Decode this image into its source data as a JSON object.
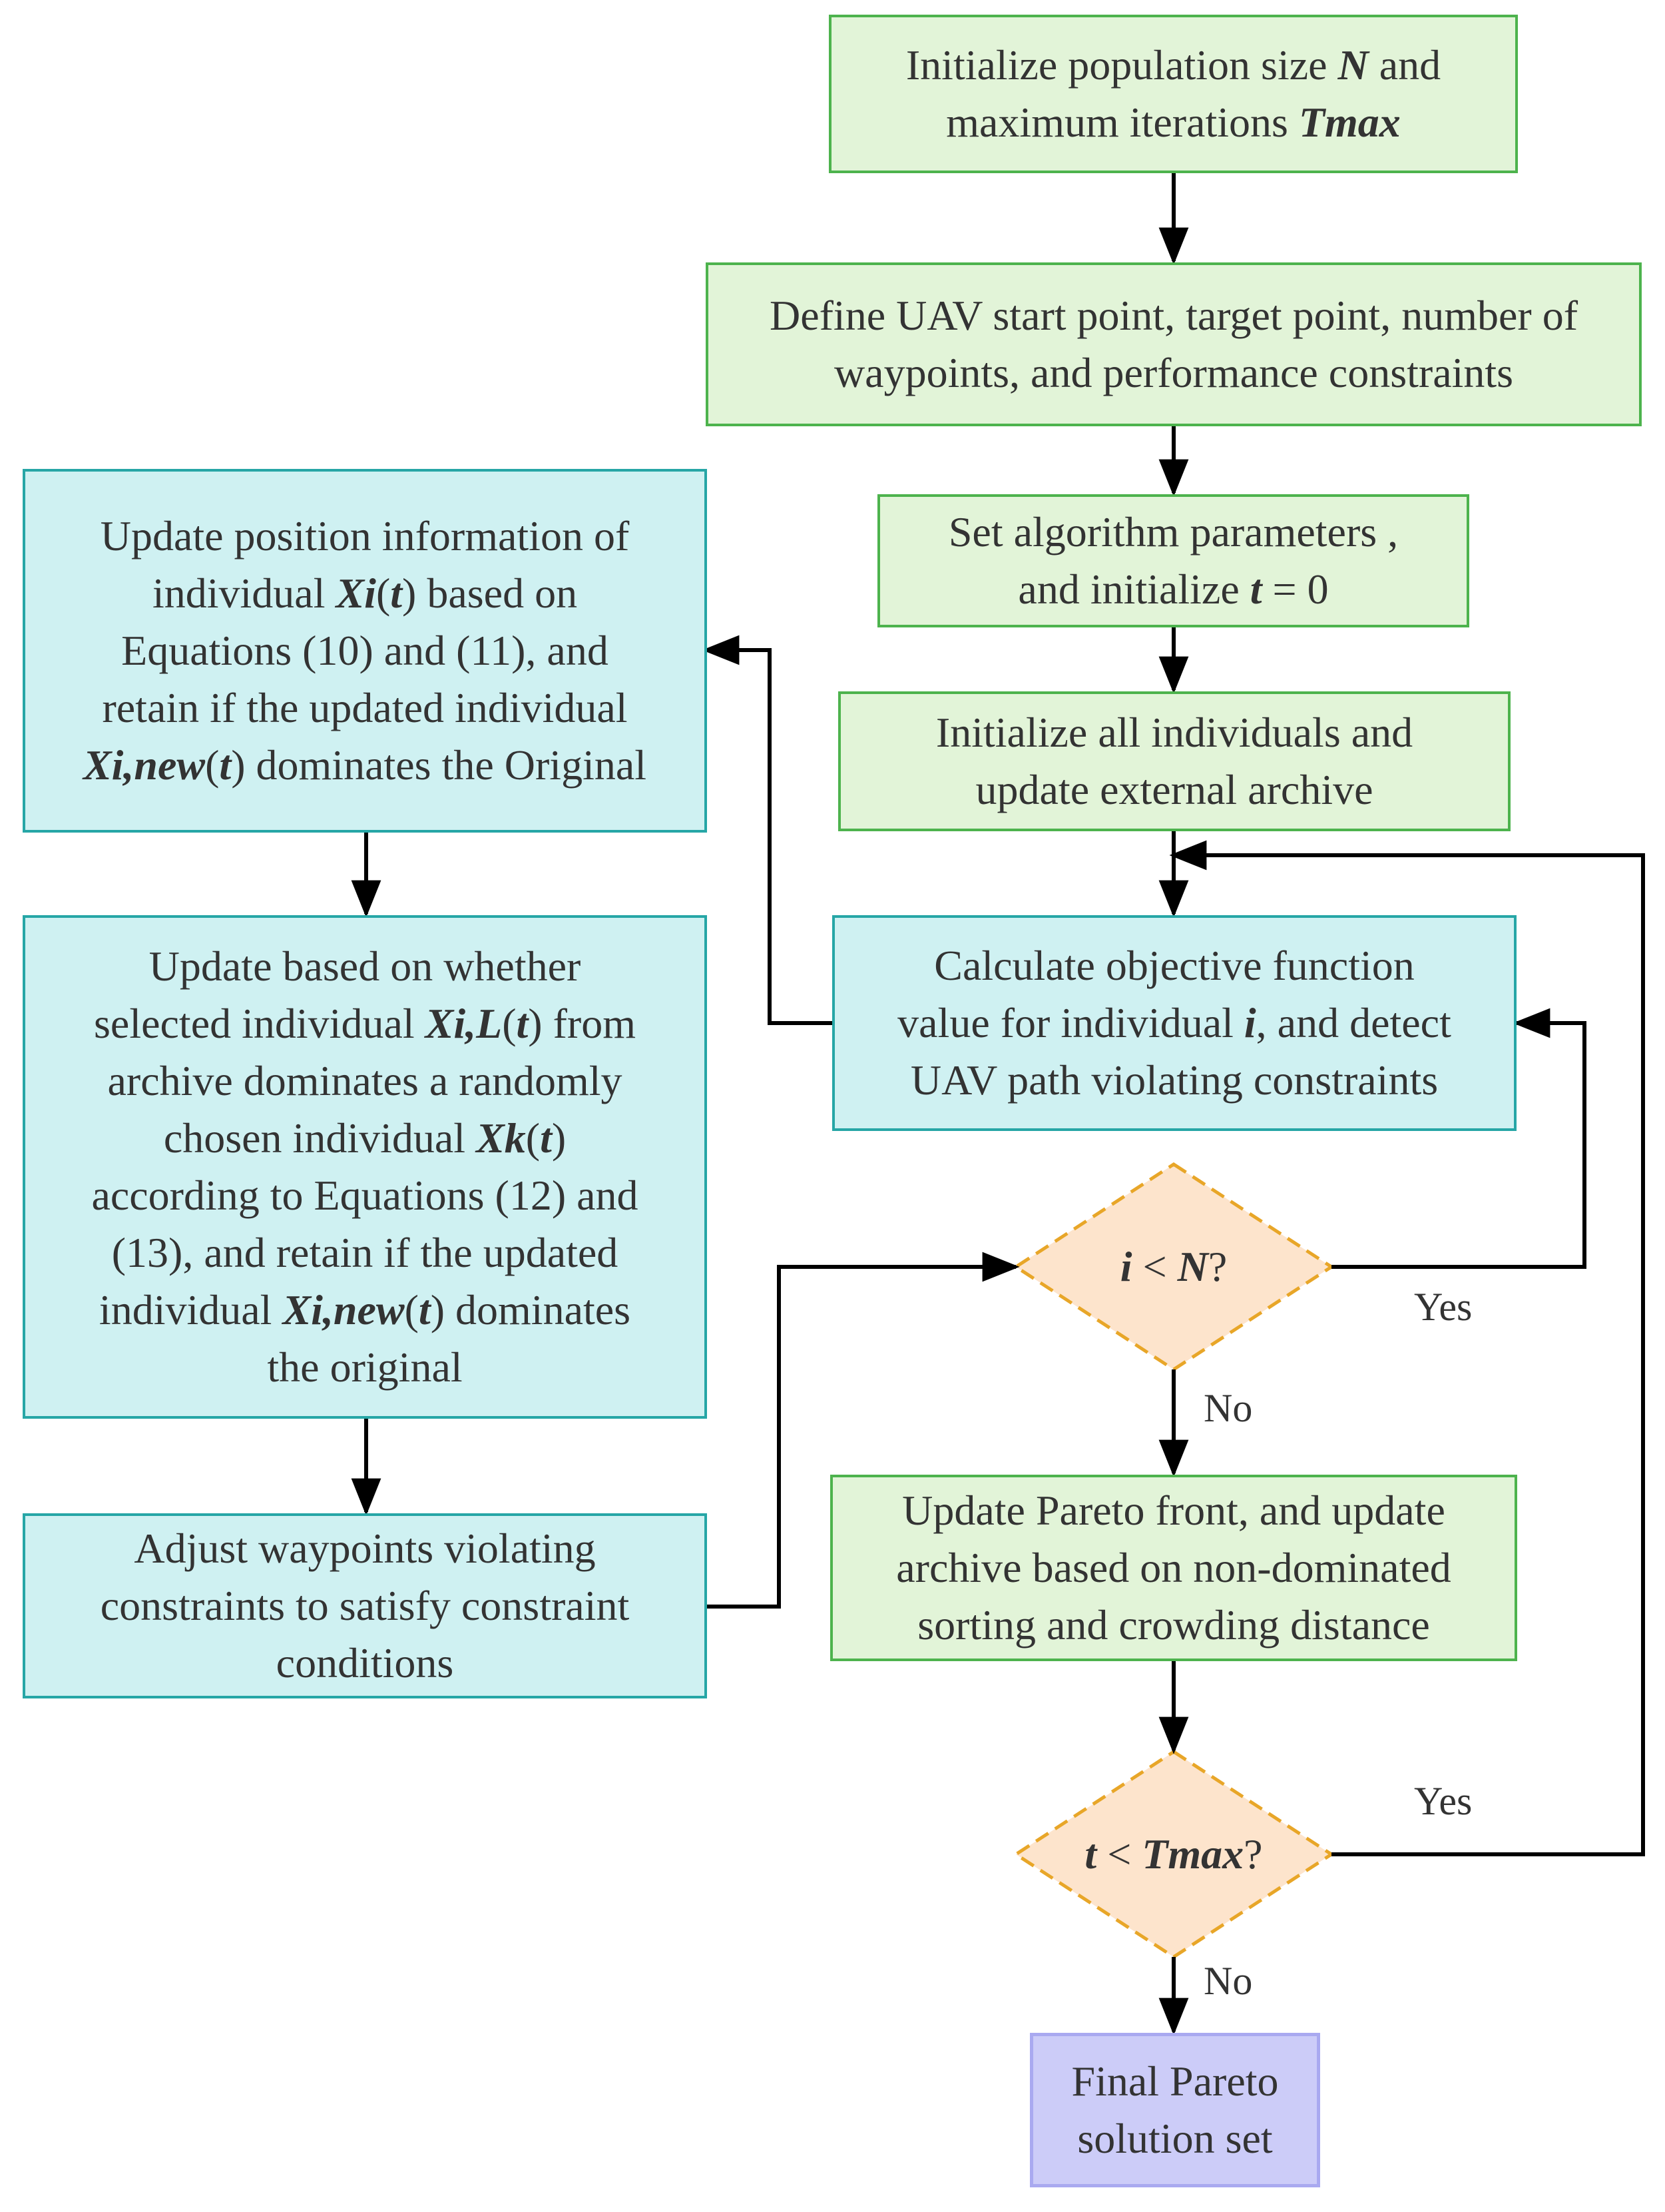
{
  "nodes": {
    "init_population": {
      "text": "Initialize population size N and maximum iterations Tmax",
      "parts": [
        {
          "t": "Initialize population size "
        },
        {
          "t": "N",
          "em": true
        },
        {
          "t": " and"
        },
        {
          "br": true
        },
        {
          "t": "maximum iterations "
        },
        {
          "t": "Tmax",
          "em": true
        }
      ]
    },
    "define_uav": {
      "text": "Define UAV start point, target point, number of waypoints, and performance constraints",
      "parts": [
        {
          "t": "Define UAV start point, target point, number of"
        },
        {
          "br": true
        },
        {
          "t": "waypoints, and performance constraints"
        }
      ]
    },
    "set_params": {
      "text": "Set algorithm parameters , and initialize t = 0",
      "parts": [
        {
          "t": "Set algorithm parameters ,"
        },
        {
          "br": true
        },
        {
          "t": "and initialize "
        },
        {
          "t": "t",
          "em": true
        },
        {
          "t": " = 0"
        }
      ]
    },
    "init_individuals": {
      "text": "Initialize all individuals and update external archive",
      "parts": [
        {
          "t": "Initialize all individuals and"
        },
        {
          "br": true
        },
        {
          "t": "update external archive"
        }
      ]
    },
    "calc_objective": {
      "text": "Calculate objective function value for individual i, and detect UAV path violating constraints",
      "parts": [
        {
          "t": "Calculate objective function"
        },
        {
          "br": true
        },
        {
          "t": "value for individual "
        },
        {
          "t": "i",
          "em": true
        },
        {
          "t": ", and detect"
        },
        {
          "br": true
        },
        {
          "t": "UAV path violating constraints"
        }
      ]
    },
    "update_position": {
      "text": "Update position information of individual Xi(t) based on Equations (10) and (11), and retain if the updated individual Xi,new(t) dominates the Original",
      "parts": [
        {
          "t": "Update position information of"
        },
        {
          "br": true
        },
        {
          "t": "individual "
        },
        {
          "t": "Xi",
          "em": true
        },
        {
          "t": "("
        },
        {
          "t": "t",
          "em": true
        },
        {
          "t": ")  based on"
        },
        {
          "br": true
        },
        {
          "t": "Equations (10) and (11), and"
        },
        {
          "br": true
        },
        {
          "t": "retain if the updated individual"
        },
        {
          "br": true
        },
        {
          "t": "Xi,new",
          "em": true
        },
        {
          "t": "("
        },
        {
          "t": "t",
          "em": true
        },
        {
          "t": ")  dominates the Original"
        }
      ]
    },
    "update_archive_based": {
      "text": "Update based on whether selected individual Xi,L(t) from archive dominates a randomly chosen individual Xk(t) according to Equations (12) and (13), and retain if the updated individual Xi,new(t) dominates the original",
      "parts": [
        {
          "t": "Update based on whether"
        },
        {
          "br": true
        },
        {
          "t": "selected individual "
        },
        {
          "t": "Xi,L",
          "em": true
        },
        {
          "t": "("
        },
        {
          "t": "t",
          "em": true
        },
        {
          "t": ")  from"
        },
        {
          "br": true
        },
        {
          "t": "archive dominates a randomly"
        },
        {
          "br": true
        },
        {
          "t": "chosen individual "
        },
        {
          "t": "Xk",
          "em": true
        },
        {
          "t": "("
        },
        {
          "t": "t",
          "em": true
        },
        {
          "t": ")"
        },
        {
          "br": true
        },
        {
          "t": "according to Equations (12) and"
        },
        {
          "br": true
        },
        {
          "t": "(13), and retain if the updated"
        },
        {
          "br": true
        },
        {
          "t": "individual "
        },
        {
          "t": "Xi,new",
          "em": true
        },
        {
          "t": "("
        },
        {
          "t": "t",
          "em": true
        },
        {
          "t": ")  dominates"
        },
        {
          "br": true
        },
        {
          "t": "the original"
        }
      ]
    },
    "adjust_waypoints": {
      "text": "Adjust waypoints violating constraints to satisfy constraint conditions",
      "parts": [
        {
          "t": "Adjust waypoints violating"
        },
        {
          "br": true
        },
        {
          "t": "constraints to satisfy constraint"
        },
        {
          "br": true
        },
        {
          "t": "conditions"
        }
      ]
    },
    "update_pareto": {
      "text": "Update Pareto front, and update archive based on non-dominated sorting and crowding distance",
      "parts": [
        {
          "t": "Update Pareto front, and update"
        },
        {
          "br": true
        },
        {
          "t": "archive based on non-dominated"
        },
        {
          "br": true
        },
        {
          "t": "sorting and crowding distance"
        }
      ]
    },
    "final_set": {
      "text": "Final Pareto solution set",
      "parts": [
        {
          "t": "Final Pareto"
        },
        {
          "br": true
        },
        {
          "t": "solution set"
        }
      ]
    },
    "decision_i": {
      "text": "i < N?",
      "parts": [
        {
          "t": "i",
          "em": true
        },
        {
          "t": " < "
        },
        {
          "t": "N",
          "em": true
        },
        {
          "t": "?"
        }
      ]
    },
    "decision_t": {
      "text": "t < Tmax?",
      "parts": [
        {
          "t": "t",
          "em": true
        },
        {
          "t": " < "
        },
        {
          "t": "Tmax",
          "em": true
        },
        {
          "t": "?"
        }
      ]
    }
  },
  "edge_labels": {
    "i_yes": "Yes",
    "i_no": "No",
    "t_yes": "Yes",
    "t_no": "No"
  },
  "colors": {
    "green_fill": "#e2f4d8",
    "green_border": "#4db34d",
    "cyan_fill": "#cff1f2",
    "cyan_border": "#26a6a6",
    "decision_fill": "#fde4cc",
    "decision_border": "#e8a628",
    "final_fill": "#ccccf8",
    "final_border": "#a9a9f0",
    "arrow": "#000000"
  }
}
